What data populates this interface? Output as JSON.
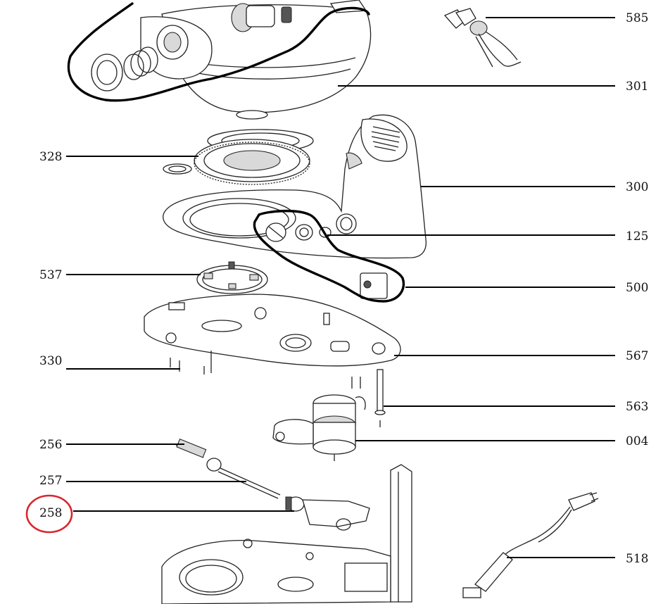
{
  "diagram": {
    "labels": [
      {
        "id": "585",
        "text": "585",
        "side": "right"
      },
      {
        "id": "301",
        "text": "301",
        "side": "right"
      },
      {
        "id": "328",
        "text": "328",
        "side": "left"
      },
      {
        "id": "300",
        "text": "300",
        "side": "right"
      },
      {
        "id": "125",
        "text": "125",
        "side": "right"
      },
      {
        "id": "537",
        "text": "537",
        "side": "left"
      },
      {
        "id": "500",
        "text": "500",
        "side": "right"
      },
      {
        "id": "330",
        "text": "330",
        "side": "left"
      },
      {
        "id": "567",
        "text": "567",
        "side": "right"
      },
      {
        "id": "563",
        "text": "563",
        "side": "right"
      },
      {
        "id": "256",
        "text": "256",
        "side": "left"
      },
      {
        "id": "004",
        "text": "004",
        "side": "right"
      },
      {
        "id": "257",
        "text": "257",
        "side": "left"
      },
      {
        "id": "258",
        "text": "258",
        "side": "left",
        "highlighted": true
      },
      {
        "id": "518",
        "text": "518",
        "side": "right"
      }
    ],
    "highlight_color": "#d9262e"
  }
}
